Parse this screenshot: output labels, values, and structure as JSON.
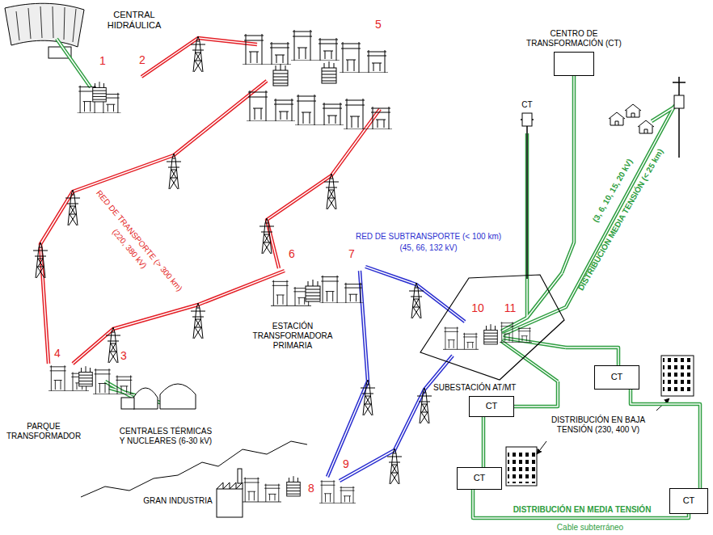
{
  "diagram": {
    "nodes": [
      {
        "text": [
          "CENTRO DE TRANSFORMACIÓN (CT)"
        ]
      },
      {
        "text": [
          "SUBESTACIÓN AT/MT"
        ]
      },
      {
        "text": [
          "CT"
        ]
      },
      {
        "text": [
          "CT"
        ]
      },
      {
        "text": [
          "CT"
        ]
      },
      {
        "text": [
          "CT"
        ]
      }
    ],
    "edges": [
      {
        "from": 1,
        "to": 0,
        "arrow": "none"
      },
      {
        "from": 1,
        "to": 3,
        "arrow": "none"
      },
      {
        "from": 1,
        "to": 2,
        "arrow": "none"
      },
      {
        "from": 3,
        "to": 4,
        "arrow": "none"
      },
      {
        "from": 4,
        "to": 5,
        "arrow": "none"
      },
      {
        "from": 5,
        "to": 2,
        "arrow": "none"
      }
    ],
    "labels": [
      "CENTRAL HIDRÁULICA",
      "1",
      "2",
      "5",
      "RED DE TRANSPORTE (> 300 km)",
      "(220, 380 kV)",
      "CT",
      "6",
      "7",
      "RED DE SUBTRANSPORTE (< 100 km)",
      "(45, 66, 132 kV)",
      "10",
      "11",
      "(3, 6, 10, 15, 20 kV)",
      "DISTRIBUCIÓN MEDIA TENSIÓN (< 25 km)",
      "ESTACIÓN TRANSFORMADORA PRIMARIA",
      "4",
      "3",
      "PARQUE TRANSFORMADOR",
      "CENTRALES TÉRMICAS Y NUCLEARES (6-30 kV)",
      "DISTRIBUCIÓN EN BAJA TENSIÓN (230, 400 V)",
      "9",
      "8",
      "GRAN INDUSTRIA",
      "DISTRIBUCIÓN EN MEDIA TENSIÓN",
      "Cable subterráneo"
    ]
  }
}
